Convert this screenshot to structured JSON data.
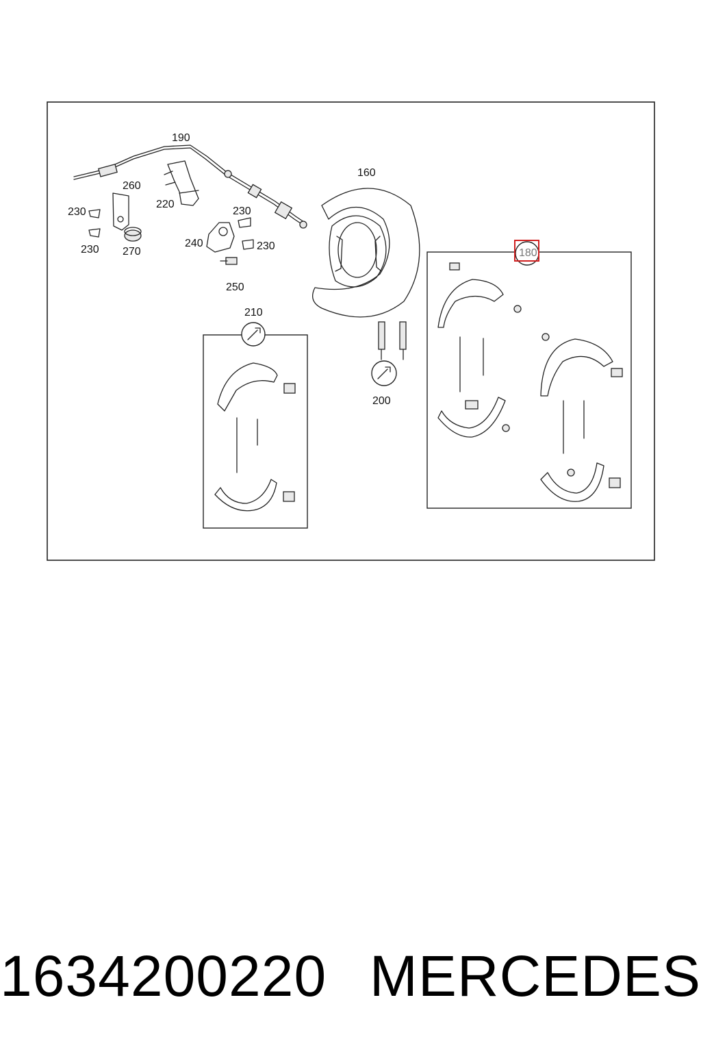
{
  "diagram": {
    "callouts": {
      "c190": "190",
      "c160": "160",
      "c260": "260",
      "c230a": "230",
      "c230b": "230",
      "c230c": "230",
      "c230d": "230",
      "c220": "220",
      "c270": "270",
      "c240": "240",
      "c250": "250",
      "c210": "210",
      "c200": "200",
      "c180": "180"
    },
    "highlighted_callout": "180",
    "highlight_color": "#d02020"
  },
  "caption": {
    "part_number": "1634200220",
    "brand": "MERCEDES"
  }
}
